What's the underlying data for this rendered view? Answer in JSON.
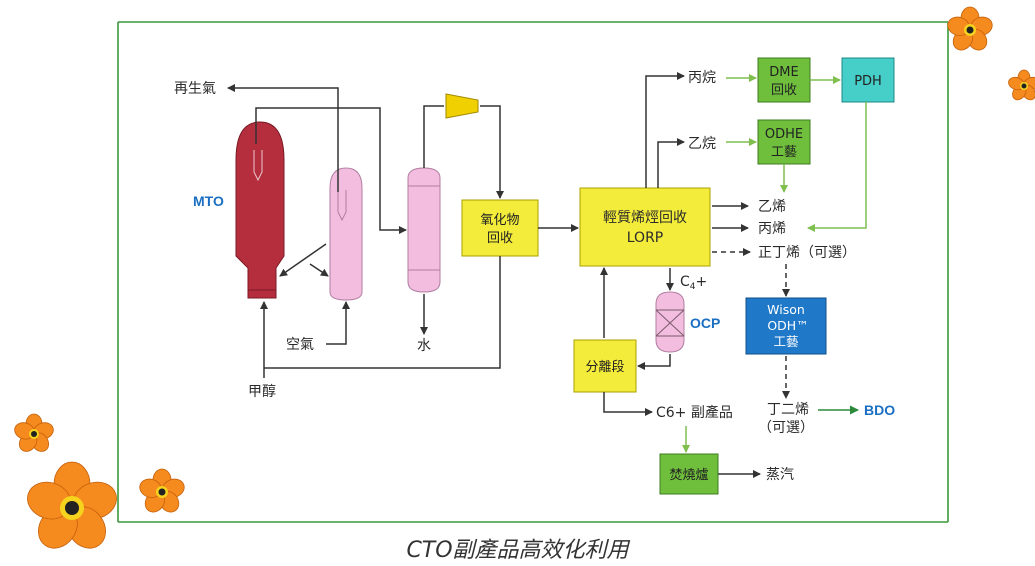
{
  "colors": {
    "frame": "#3a9a3a",
    "yellow_box": "#f3ec3a",
    "green_box": "#6fbf3c",
    "cyan_box": "#45cfc8",
    "blue_box": "#1f78c8",
    "reactor": "#b52e3e",
    "pink_vessel": "#f3bde0",
    "blue_text": "#1a6fc2",
    "flower": "#f58a1f"
  },
  "labels": {
    "regen_gas": "再生氣",
    "mto": "MTO",
    "air": "空氣",
    "water": "水",
    "methanol": "甲醇",
    "oxygenate_recovery": [
      "氧化物",
      "回收"
    ],
    "lorp": [
      "輕質烯烴回收",
      "LORP"
    ],
    "propane": "丙烷",
    "ethane": "乙烷",
    "dme_recovery": [
      "DME",
      "回收"
    ],
    "pdh": "PDH",
    "odhe": [
      "ODHE",
      "工藝"
    ],
    "ethylene": "乙烯",
    "propylene": "丙烯",
    "n_butene": "正丁烯（可選）",
    "c4plus": "C",
    "c4_sub": "4",
    "c4_plus_sign": "+",
    "ocp": "OCP",
    "wison_odh": [
      "Wison",
      "ODH™",
      "工藝"
    ],
    "separation": "分離段",
    "c6_byproduct": "C6+ 副產品",
    "butadiene": [
      "丁二烯",
      "（可選）"
    ],
    "bdo": "BDO",
    "incinerator": "焚燒爐",
    "steam": "蒸汽"
  },
  "caption": "CTO副產品高效化利用"
}
